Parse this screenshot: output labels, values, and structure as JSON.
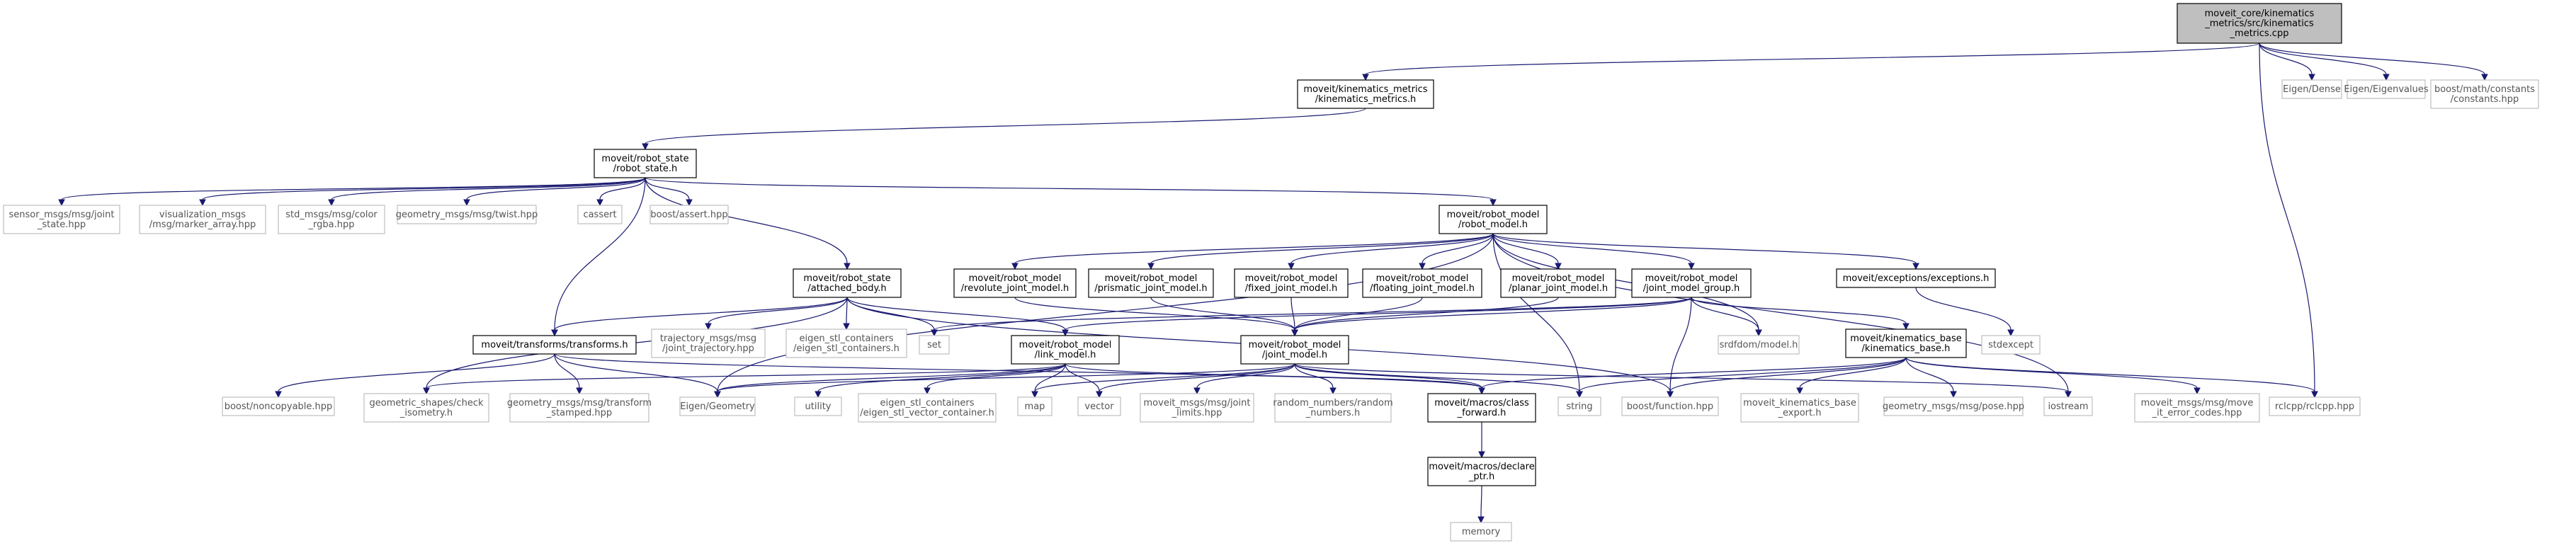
{
  "colors": {
    "edge": "#191970",
    "root_fill": "#bfbfbf",
    "node_border": "#000000",
    "external_border": "#bfbfbf",
    "text": "#000000",
    "external_text": "#555555"
  },
  "graph": {
    "nodes": [
      {
        "id": "root",
        "lines": [
          "moveit_core/kinematics",
          "_metrics/src/kinematics",
          "_metrics.cpp"
        ],
        "kind": "root"
      },
      {
        "id": "km",
        "lines": [
          "moveit/kinematics_metrics",
          "/kinematics_metrics.h"
        ],
        "kind": "internal"
      },
      {
        "id": "eigen_dense",
        "lines": [
          "Eigen/Dense"
        ],
        "kind": "external"
      },
      {
        "id": "eigen_eigenvalues",
        "lines": [
          "Eigen/Eigenvalues"
        ],
        "kind": "external"
      },
      {
        "id": "boost_constants",
        "lines": [
          "boost/math/constants",
          "/constants.hpp"
        ],
        "kind": "external"
      },
      {
        "id": "robot_state",
        "lines": [
          "moveit/robot_state",
          "/robot_state.h"
        ],
        "kind": "internal"
      },
      {
        "id": "sensor_msgs",
        "lines": [
          "sensor_msgs/msg/joint",
          "_state.hpp"
        ],
        "kind": "external"
      },
      {
        "id": "vis_msgs",
        "lines": [
          "visualization_msgs",
          "/msg/marker_array.hpp"
        ],
        "kind": "external"
      },
      {
        "id": "std_msgs",
        "lines": [
          "std_msgs/msg/color",
          "_rgba.hpp"
        ],
        "kind": "external"
      },
      {
        "id": "geo_twist",
        "lines": [
          "geometry_msgs/msg/twist.hpp"
        ],
        "kind": "external"
      },
      {
        "id": "cassert",
        "lines": [
          "cassert"
        ],
        "kind": "external"
      },
      {
        "id": "boost_assert",
        "lines": [
          "boost/assert.hpp"
        ],
        "kind": "external"
      },
      {
        "id": "robot_model",
        "lines": [
          "moveit/robot_model",
          "/robot_model.h"
        ],
        "kind": "internal"
      },
      {
        "id": "attached_body",
        "lines": [
          "moveit/robot_state",
          "/attached_body.h"
        ],
        "kind": "internal"
      },
      {
        "id": "transforms",
        "lines": [
          "moveit/transforms/transforms.h"
        ],
        "kind": "internal"
      },
      {
        "id": "traj_msgs",
        "lines": [
          "trajectory_msgs/msg",
          "/joint_trajectory.hpp"
        ],
        "kind": "external"
      },
      {
        "id": "eigen_stl_containers",
        "lines": [
          "eigen_stl_containers",
          "/eigen_stl_containers.h"
        ],
        "kind": "external"
      },
      {
        "id": "set",
        "lines": [
          "set"
        ],
        "kind": "external"
      },
      {
        "id": "revolute",
        "lines": [
          "moveit/robot_model",
          "/revolute_joint_model.h"
        ],
        "kind": "internal"
      },
      {
        "id": "prismatic",
        "lines": [
          "moveit/robot_model",
          "/prismatic_joint_model.h"
        ],
        "kind": "internal"
      },
      {
        "id": "fixed",
        "lines": [
          "moveit/robot_model",
          "/fixed_joint_model.h"
        ],
        "kind": "internal"
      },
      {
        "id": "floating",
        "lines": [
          "moveit/robot_model",
          "/floating_joint_model.h"
        ],
        "kind": "internal"
      },
      {
        "id": "planar",
        "lines": [
          "moveit/robot_model",
          "/planar_joint_model.h"
        ],
        "kind": "internal"
      },
      {
        "id": "jmg",
        "lines": [
          "moveit/robot_model",
          "/joint_model_group.h"
        ],
        "kind": "internal"
      },
      {
        "id": "exceptions",
        "lines": [
          "moveit/exceptions/exceptions.h"
        ],
        "kind": "internal"
      },
      {
        "id": "stdexcept",
        "lines": [
          "stdexcept"
        ],
        "kind": "external"
      },
      {
        "id": "link_model",
        "lines": [
          "moveit/robot_model",
          "/link_model.h"
        ],
        "kind": "internal"
      },
      {
        "id": "joint_model",
        "lines": [
          "moveit/robot_model",
          "/joint_model.h"
        ],
        "kind": "internal"
      },
      {
        "id": "srdfdom",
        "lines": [
          "srdfdom/model.h"
        ],
        "kind": "external"
      },
      {
        "id": "kin_base",
        "lines": [
          "moveit/kinematics_base",
          "/kinematics_base.h"
        ],
        "kind": "internal"
      },
      {
        "id": "boost_noncopyable",
        "lines": [
          "boost/noncopyable.hpp"
        ],
        "kind": "external"
      },
      {
        "id": "geo_shapes",
        "lines": [
          "geometric_shapes/check",
          "_isometry.h"
        ],
        "kind": "external"
      },
      {
        "id": "geo_transform",
        "lines": [
          "geometry_msgs/msg/transform",
          "_stamped.hpp"
        ],
        "kind": "external"
      },
      {
        "id": "eigen_geometry",
        "lines": [
          "Eigen/Geometry"
        ],
        "kind": "external"
      },
      {
        "id": "utility",
        "lines": [
          "utility"
        ],
        "kind": "external"
      },
      {
        "id": "eigen_stl_vector",
        "lines": [
          "eigen_stl_containers",
          "/eigen_stl_vector_container.h"
        ],
        "kind": "external"
      },
      {
        "id": "map",
        "lines": [
          "map"
        ],
        "kind": "external"
      },
      {
        "id": "vector",
        "lines": [
          "vector"
        ],
        "kind": "external"
      },
      {
        "id": "joint_limits",
        "lines": [
          "moveit_msgs/msg/joint",
          "_limits.hpp"
        ],
        "kind": "external"
      },
      {
        "id": "random_numbers",
        "lines": [
          "random_numbers/random",
          "_numbers.h"
        ],
        "kind": "external"
      },
      {
        "id": "class_forward",
        "lines": [
          "moveit/macros/class",
          "_forward.h"
        ],
        "kind": "internal"
      },
      {
        "id": "string",
        "lines": [
          "string"
        ],
        "kind": "external"
      },
      {
        "id": "boost_function",
        "lines": [
          "boost/function.hpp"
        ],
        "kind": "external"
      },
      {
        "id": "kin_base_export",
        "lines": [
          "moveit_kinematics_base",
          "_export.h"
        ],
        "kind": "external"
      },
      {
        "id": "geo_pose",
        "lines": [
          "geometry_msgs/msg/pose.hpp"
        ],
        "kind": "external"
      },
      {
        "id": "iostream",
        "lines": [
          "iostream"
        ],
        "kind": "external"
      },
      {
        "id": "error_codes",
        "lines": [
          "moveit_msgs/msg/move",
          "_it_error_codes.hpp"
        ],
        "kind": "external"
      },
      {
        "id": "rclcpp",
        "lines": [
          "rclcpp/rclcpp.hpp"
        ],
        "kind": "external"
      },
      {
        "id": "declare_ptr",
        "lines": [
          "moveit/macros/declare",
          "_ptr.h"
        ],
        "kind": "internal"
      },
      {
        "id": "memory",
        "lines": [
          "memory"
        ],
        "kind": "external"
      }
    ],
    "edges": [
      [
        "root",
        "km"
      ],
      [
        "root",
        "eigen_dense"
      ],
      [
        "root",
        "eigen_eigenvalues"
      ],
      [
        "root",
        "boost_constants"
      ],
      [
        "root",
        "rclcpp"
      ],
      [
        "km",
        "robot_state"
      ],
      [
        "robot_state",
        "sensor_msgs"
      ],
      [
        "robot_state",
        "vis_msgs"
      ],
      [
        "robot_state",
        "std_msgs"
      ],
      [
        "robot_state",
        "geo_twist"
      ],
      [
        "robot_state",
        "cassert"
      ],
      [
        "robot_state",
        "boost_assert"
      ],
      [
        "robot_state",
        "robot_model"
      ],
      [
        "robot_state",
        "attached_body"
      ],
      [
        "robot_state",
        "transforms"
      ],
      [
        "robot_model",
        "revolute"
      ],
      [
        "robot_model",
        "prismatic"
      ],
      [
        "robot_model",
        "fixed"
      ],
      [
        "robot_model",
        "floating"
      ],
      [
        "robot_model",
        "planar"
      ],
      [
        "robot_model",
        "jmg"
      ],
      [
        "robot_model",
        "exceptions"
      ],
      [
        "robot_model",
        "srdfdom"
      ],
      [
        "robot_model",
        "iostream"
      ],
      [
        "robot_model",
        "string"
      ],
      [
        "robot_model",
        "eigen_geometry"
      ],
      [
        "attached_body",
        "transforms"
      ],
      [
        "attached_body",
        "traj_msgs"
      ],
      [
        "attached_body",
        "eigen_stl_containers"
      ],
      [
        "attached_body",
        "set"
      ],
      [
        "attached_body",
        "link_model"
      ],
      [
        "attached_body",
        "geo_shapes"
      ],
      [
        "attached_body",
        "boost_function"
      ],
      [
        "transforms",
        "boost_noncopyable"
      ],
      [
        "transforms",
        "geo_transform"
      ],
      [
        "transforms",
        "eigen_geometry"
      ],
      [
        "transforms",
        "class_forward"
      ],
      [
        "revolute",
        "joint_model"
      ],
      [
        "prismatic",
        "joint_model"
      ],
      [
        "fixed",
        "joint_model"
      ],
      [
        "floating",
        "joint_model"
      ],
      [
        "planar",
        "joint_model"
      ],
      [
        "jmg",
        "link_model"
      ],
      [
        "jmg",
        "joint_model"
      ],
      [
        "jmg",
        "kin_base"
      ],
      [
        "jmg",
        "srdfdom"
      ],
      [
        "jmg",
        "set"
      ],
      [
        "jmg",
        "boost_function"
      ],
      [
        "exceptions",
        "stdexcept"
      ],
      [
        "link_model",
        "eigen_geometry"
      ],
      [
        "link_model",
        "utility"
      ],
      [
        "link_model",
        "eigen_stl_vector"
      ],
      [
        "link_model",
        "map"
      ],
      [
        "link_model",
        "vector"
      ],
      [
        "link_model",
        "class_forward"
      ],
      [
        "link_model",
        "geo_shapes"
      ],
      [
        "joint_model",
        "eigen_geometry"
      ],
      [
        "joint_model",
        "joint_limits"
      ],
      [
        "joint_model",
        "random_numbers"
      ],
      [
        "joint_model",
        "class_forward"
      ],
      [
        "joint_model",
        "string"
      ],
      [
        "joint_model",
        "vector"
      ],
      [
        "joint_model",
        "map"
      ],
      [
        "joint_model",
        "iostream"
      ],
      [
        "kin_base",
        "geo_pose"
      ],
      [
        "kin_base",
        "error_codes"
      ],
      [
        "kin_base",
        "kin_base_export"
      ],
      [
        "kin_base",
        "class_forward"
      ],
      [
        "kin_base",
        "boost_function"
      ],
      [
        "kin_base",
        "string"
      ],
      [
        "kin_base",
        "rclcpp"
      ],
      [
        "class_forward",
        "declare_ptr"
      ],
      [
        "declare_ptr",
        "memory"
      ]
    ]
  }
}
